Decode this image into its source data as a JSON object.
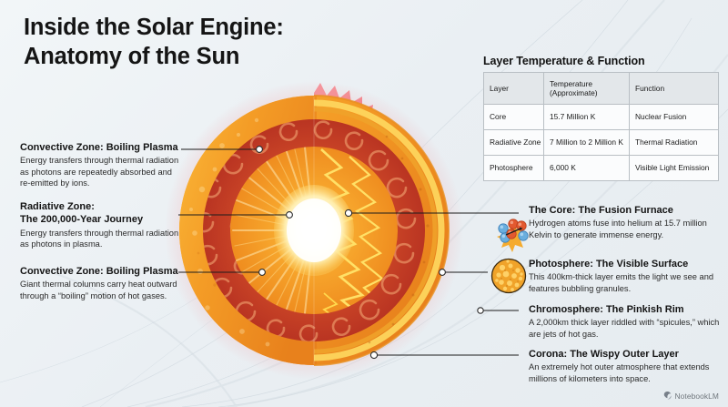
{
  "title": {
    "line1": "Inside the Solar Engine:",
    "line2": "Anatomy of the Sun"
  },
  "table": {
    "heading": "Layer Temperature & Function",
    "columns": [
      "Layer",
      "Temperature\n(Approximate)",
      "Function"
    ],
    "columns_display": [
      "Layer",
      "Temperature",
      "Function"
    ],
    "column_sub": "(Approximate)",
    "rows": [
      {
        "layer": "Core",
        "temperature": "15.7 Million K",
        "function": "Nuclear Fusion"
      },
      {
        "layer": "Radiative Zone",
        "temperature": "7 Million to 2 Million K",
        "function": "Thermal Radiation"
      },
      {
        "layer": "Photosphere",
        "temperature": "6,000 K",
        "function": "Visible Light Emission"
      }
    ]
  },
  "callouts_left": [
    {
      "title": "Convective Zone: Boiling Plasma",
      "body": "Energy transfers through thermal radiation as photons are repeatedly absorbed and re-emitted by ions."
    },
    {
      "title": "Radiative Zone:",
      "title2": "The 200,000-Year Journey",
      "body": "Energy transfers through thermal radiation as photons in plasma."
    },
    {
      "title": "Convective Zone: Boiling Plasma",
      "body": "Giant thermal columns carry heat outward through a “boiling” motion of hot gases."
    }
  ],
  "callouts_right": [
    {
      "title": "The Core: The Fusion Furnace",
      "body": "Hydrogen atoms fuse into helium at 15.7 million Kelvin to generate immense energy.",
      "icon": "fusion-icon"
    },
    {
      "title": "Photosphere: The Visible Surface",
      "body": "This 400km-thick layer emits the light we see and features bubbling granules.",
      "icon": "granule-sphere-icon"
    },
    {
      "title": "Chromosphere: The Pinkish Rim",
      "body": "A 2,000km thick layer riddled with “spicules,” which are jets of hot gas.",
      "icon": "none"
    },
    {
      "title": "Corona: The Wispy Outer Layer",
      "body": "An extremely hot outer atmosphere that extends millions of kilometers into space.",
      "icon": "none"
    }
  ],
  "diagram": {
    "name": "sun-cutaway-diagram",
    "layers": [
      "Core",
      "Radiative Zone",
      "Convective Zone",
      "Photosphere",
      "Chromosphere",
      "Corona"
    ],
    "colors": {
      "core": "#fffdf2",
      "radiative": "#f5a623",
      "convective": "#c0392b",
      "photosphere": "#f0a32a",
      "chromosphere": "#ef7b82",
      "corona": "#f3b5b9",
      "background": "#eef2f5",
      "leader_line": "#1a1a1a"
    }
  },
  "watermark": {
    "label": "NotebookLM",
    "icon": "notebooklm-logo-icon"
  }
}
